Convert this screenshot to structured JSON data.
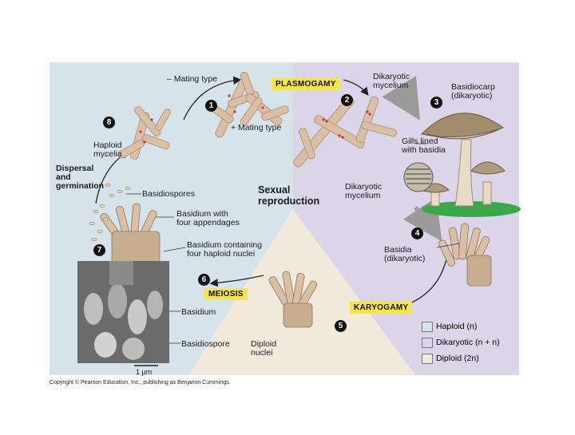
{
  "labels": {
    "minus_mating": "– Mating type",
    "plus_mating": "+ Mating type",
    "plasmogamy": "PLASMOGAMY",
    "dikaryotic_mycelium_top_1": "Dikaryotic",
    "dikaryotic_mycelium_top_2": "mycelium",
    "basidiocarp_1": "Basidiocarp",
    "basidiocarp_2": "(dikaryotic)",
    "gills_1": "Gills lined",
    "gills_2": "with basidia",
    "haploid_mycelia_1": "Haploid",
    "haploid_mycelia_2": "mycelia",
    "dispersal_1": "Dispersal",
    "dispersal_2": "and",
    "dispersal_3": "germination",
    "basidiospores": "Basidiospores",
    "sexual_1": "Sexual",
    "sexual_2": "reproduction",
    "dikaryotic_mycelium_mid_1": "Dikaryotic",
    "dikaryotic_mycelium_mid_2": "mycelium",
    "basidium_four_1": "Basidium with",
    "basidium_four_2": "four appendages",
    "basidium_containing_1": "Basidium containing",
    "basidium_containing_2": "four haploid nuclei",
    "basidia_1": "Basidia",
    "basidia_2": "(dikaryotic)",
    "meiosis": "MEIOSIS",
    "karyogamy": "KARYOGAMY",
    "basidium": "Basidium",
    "basidiospore": "Basidiospore",
    "diploid_nuclei_1": "Diploid",
    "diploid_nuclei_2": "nuclei",
    "scale": "1 μm"
  },
  "steps": [
    "1",
    "2",
    "3",
    "4",
    "5",
    "6",
    "7",
    "8"
  ],
  "legend": [
    {
      "label": "Haploid (n)",
      "color": "#d6e3ea"
    },
    {
      "label": "Dikaryotic (n + n)",
      "color": "#dcd4e8"
    },
    {
      "label": "Diploid (2n)",
      "color": "#f1e9dc"
    }
  ],
  "copyright": "Copyright © Pearson Education, Inc., publishing as Benjamin Cummings.",
  "colors": {
    "haploid_bg": "#d6e3ea",
    "dikaryotic_bg": "#dcd4e8",
    "diploid_bg": "#f1e9dc",
    "hyphae": "#d9bfa5",
    "nucleus": "#c23a3a",
    "tag": "#f6e44f",
    "grass": "#3aa84a"
  }
}
